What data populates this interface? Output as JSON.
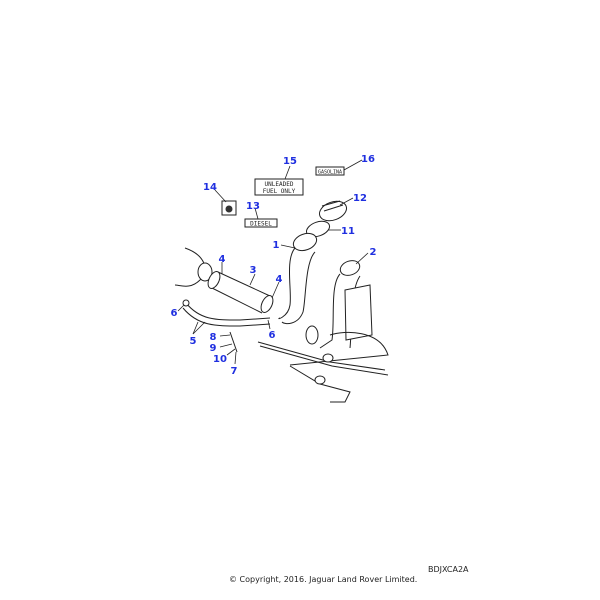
{
  "diagram": {
    "labels": {
      "unleaded_line1": "UNLEADED",
      "unleaded_line2": "FUEL ONLY",
      "diesel": "DIESEL",
      "gasolina": "GASOLINA"
    },
    "callouts": [
      "1",
      "2",
      "3",
      "4",
      "4",
      "5",
      "6",
      "6",
      "7",
      "8",
      "9",
      "10",
      "11",
      "12",
      "13",
      "14",
      "15",
      "16"
    ]
  },
  "footer": {
    "reference": "BDJXCA2A",
    "copyright": "© Copyright, 2016. Jaguar Land Rover Limited."
  }
}
